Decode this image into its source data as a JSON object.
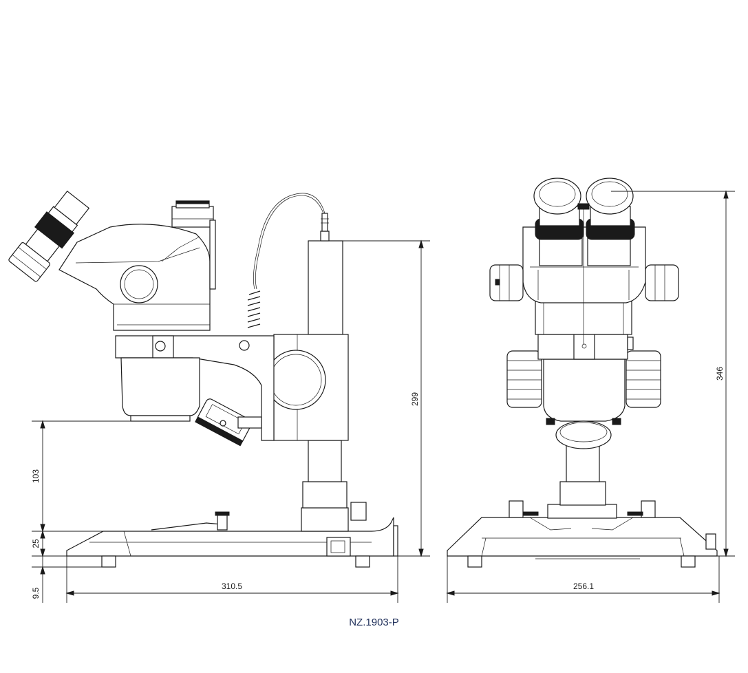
{
  "model_code": "NZ.1903-P",
  "side_view": {
    "dimensions": {
      "total_height": "299",
      "stage_clearance": "103",
      "base_height": "25",
      "foot_height": "9.5",
      "base_length": "310.5"
    }
  },
  "front_view": {
    "dimensions": {
      "total_height": "346",
      "base_width": "256.1"
    }
  },
  "colors": {
    "line": "#1a1a1a",
    "caption": "#1f2f5a",
    "background": "#ffffff"
  }
}
